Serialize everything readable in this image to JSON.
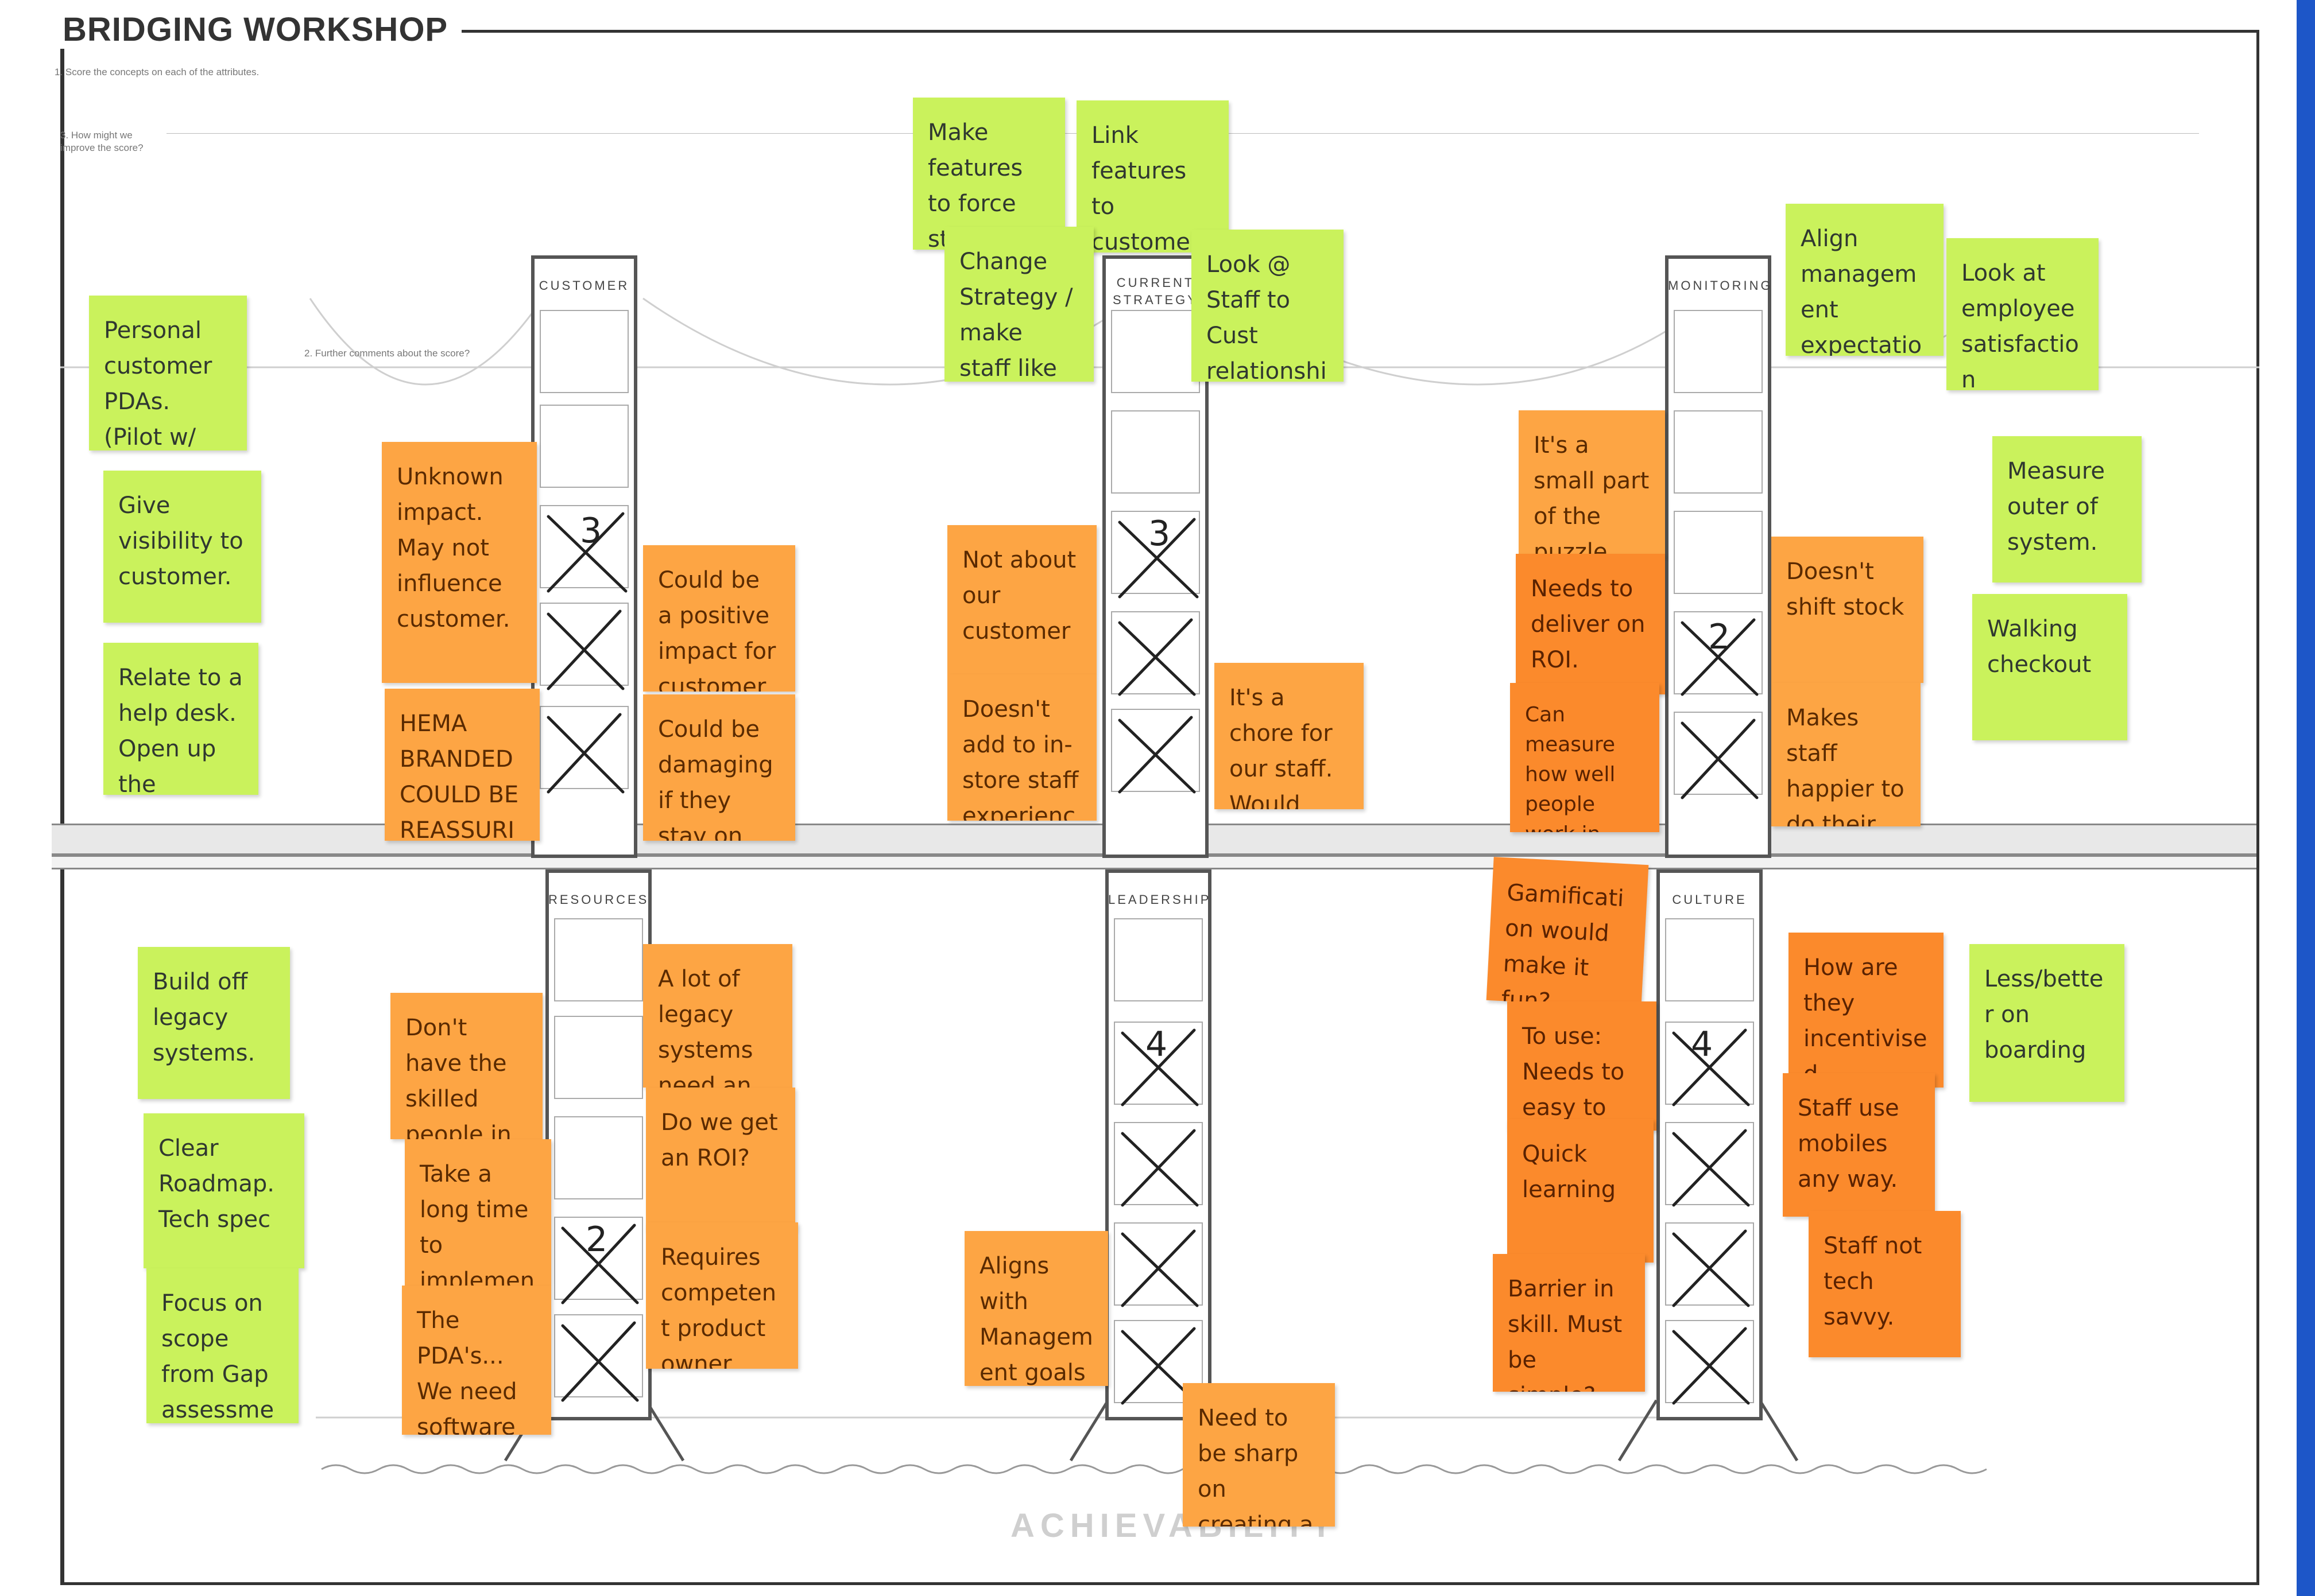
{
  "workshop": {
    "title": "BRIDGING WORKSHOP",
    "instruction_1": "1.  Score the concepts on each of the attributes.",
    "instruction_2": "2.  Further comments about the score?",
    "instruction_3": "3.  How might we improve the score?",
    "footer": "ACHIEVABILITY"
  },
  "towers": [
    {
      "label": "CUSTOMER",
      "score": "3"
    },
    {
      "label": "CURRENT STRATEGY",
      "score": "3"
    },
    {
      "label": "MONITORING",
      "score": "2"
    },
    {
      "label": "RESOURCES",
      "score": "2"
    },
    {
      "label": "LEADERSHIP",
      "score": "4"
    },
    {
      "label": "CULTURE",
      "score": "4"
    }
  ],
  "notes": [
    {
      "text": "Personal customer PDAs. (Pilot w/ staff)",
      "color": "green"
    },
    {
      "text": "Give visibility to customer.",
      "color": "green"
    },
    {
      "text": "Relate to a help desk. Open up the screens.",
      "color": "green"
    },
    {
      "text": "Unknown impact. May not influence customer.",
      "color": "orange"
    },
    {
      "text": "HEMA BRANDED COULD BE REASSURING.",
      "color": "orange"
    },
    {
      "text": "Could be a positive impact for customer.",
      "color": "orange"
    },
    {
      "text": "Could be damaging if they stay on PDA.",
      "color": "orange"
    },
    {
      "text": "Make features to force staff customer relation",
      "color": "green"
    },
    {
      "text": "Link features to customer happiness",
      "color": "green"
    },
    {
      "text": "Change Strategy / make staff like better",
      "color": "green"
    },
    {
      "text": "Look @ Staff to Cust relationship",
      "color": "green"
    },
    {
      "text": "Not about our customer",
      "color": "orange"
    },
    {
      "text": "Doesn't add to in-store staff experience.",
      "color": "orange"
    },
    {
      "text": "It's a chore for our staff. Would make it easier.",
      "color": "orange"
    },
    {
      "text": "Align management expectations to employee satisfaction",
      "color": "green"
    },
    {
      "text": "Look at employee satisfaction",
      "color": "green"
    },
    {
      "text": "It's a small part of the puzzle. Needs a ripple effect.",
      "color": "orange"
    },
    {
      "text": "Needs to deliver on ROI.",
      "color": "orange"
    },
    {
      "text": "Can measure how well people work in store, but we don't measure this...",
      "color": "orange"
    },
    {
      "text": "Doesn't shift stock",
      "color": "orange"
    },
    {
      "text": "Makes staff happier to do their work.",
      "color": "orange"
    },
    {
      "text": "Measure outer of system.",
      "color": "green"
    },
    {
      "text": "Walking checkout",
      "color": "green"
    },
    {
      "text": "Build off legacy systems.",
      "color": "green"
    },
    {
      "text": "Clear Roadmap. Tech spec",
      "color": "green"
    },
    {
      "text": "Focus on scope from Gap assessment.",
      "color": "green"
    },
    {
      "text": "Don't have the skilled people in house to develop & deliver",
      "color": "orange"
    },
    {
      "text": "Take a long time to implement.",
      "color": "orange"
    },
    {
      "text": "The PDA's... We need software",
      "color": "orange"
    },
    {
      "text": "A lot of legacy systems need an overhaul",
      "color": "orange"
    },
    {
      "text": "Do we get an ROI?",
      "color": "orange"
    },
    {
      "text": "Requires competent product owner. Needs skill",
      "color": "orange"
    },
    {
      "text": "Aligns with Management goals",
      "color": "orange"
    },
    {
      "text": "Need to be sharp on creating a case/Roadmap",
      "color": "orange"
    },
    {
      "text": "Gamification would make it fun?",
      "color": "deep"
    },
    {
      "text": "To use: Needs to easy to use.",
      "color": "deep"
    },
    {
      "text": "Quick learning",
      "color": "deep"
    },
    {
      "text": "Barrier in skill. Must be simple?",
      "color": "deep"
    },
    {
      "text": "How are they incentivised",
      "color": "deep"
    },
    {
      "text": "Staff use mobiles any way.",
      "color": "deep"
    },
    {
      "text": "Staff not tech savvy.",
      "color": "deep"
    },
    {
      "text": "Less/better on boarding",
      "color": "green"
    }
  ]
}
